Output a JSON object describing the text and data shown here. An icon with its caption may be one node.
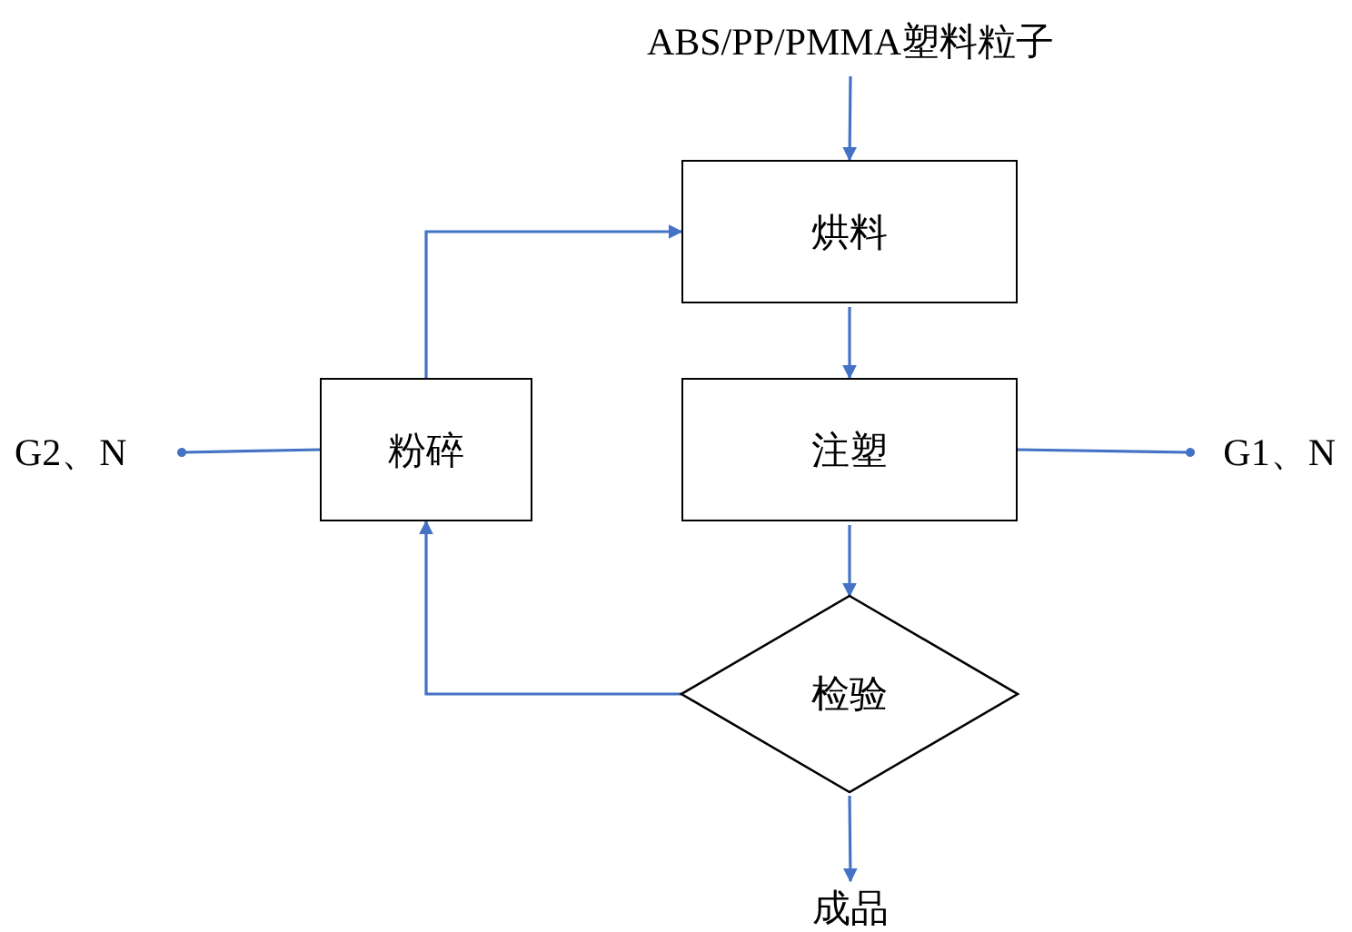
{
  "diagram": {
    "nodes": [
      {
        "text": [
          "ABS/PP/PMMA塑料粒子"
        ]
      },
      {
        "text": [
          "烘料"
        ]
      },
      {
        "text": [
          "注塑"
        ]
      },
      {
        "text": [
          "粉碎"
        ]
      },
      {
        "text": [
          "检验"
        ]
      },
      {
        "text": [
          "成品"
        ]
      },
      {
        "text": [
          "G1、N"
        ]
      },
      {
        "text": [
          "G2、N"
        ]
      }
    ],
    "edges": [
      {
        "from": 0,
        "to": 1,
        "arrow": "to"
      },
      {
        "from": 1,
        "to": 2,
        "arrow": "to"
      },
      {
        "from": 2,
        "to": 4,
        "arrow": "to"
      },
      {
        "from": 4,
        "to": 5,
        "arrow": "to"
      },
      {
        "from": 4,
        "to": 3,
        "arrow": "to"
      },
      {
        "from": 3,
        "to": 1,
        "arrow": "to"
      },
      {
        "from": 2,
        "to": 6,
        "arrow": "other"
      },
      {
        "from": 3,
        "to": 7,
        "arrow": "other"
      }
    ]
  }
}
